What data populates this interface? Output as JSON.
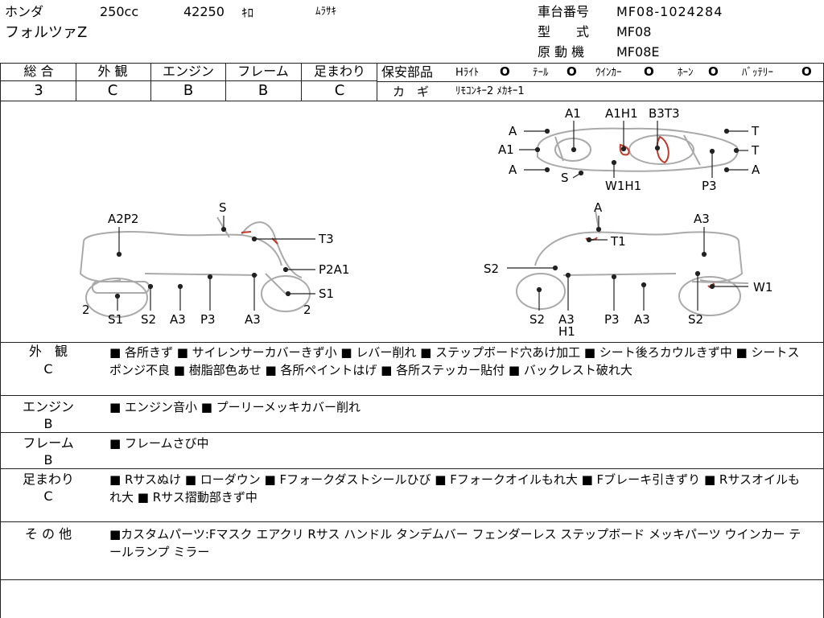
{
  "header": {
    "maker": "ホンダ",
    "displacement": "250cc",
    "mileage": "42250",
    "mileage_unit": "ｷﾛ",
    "color": "ﾑﾗｻｷ",
    "model": "フォルツァZ",
    "frame_no_label": "車台番号",
    "frame_no": "MF08-1024284",
    "type_label": "型　　式",
    "type": "MF08",
    "engine_label": "原 動 機",
    "engine": "MF08E"
  },
  "grades": {
    "headers": [
      "総 合",
      "外 観",
      "エンジン",
      "フレーム",
      "足まわり"
    ],
    "values": [
      "3",
      "C",
      "B",
      "B",
      "C"
    ],
    "safety_label": "保安部品",
    "safety_items": [
      {
        "label": "Hﾗｲﾄ",
        "mark": "O"
      },
      {
        "label": "ﾃｰﾙ",
        "mark": "O"
      },
      {
        "label": "ｳｲﾝｶｰ",
        "mark": "O"
      },
      {
        "label": "ﾎｰﾝ",
        "mark": "O"
      },
      {
        "label": "ﾊﾞｯﾃﾘｰ",
        "mark": "O"
      }
    ],
    "key_label": "カ　ギ",
    "key_value": "ﾘﾓｺﾝｷｰ2 ﾒｶｷｰ1"
  },
  "diagram_labels": {
    "top": [
      "A",
      "A1",
      "A",
      "A1",
      "A1H1",
      "B3T3",
      "S",
      "W1H1",
      "P3",
      "T",
      "T",
      "A"
    ],
    "left": [
      "S",
      "A2P2",
      "T3",
      "P2A1",
      "S1",
      "2",
      "S1",
      "S2",
      "A3",
      "P3",
      "A3",
      "2"
    ],
    "right": [
      "A",
      "A3",
      "T1",
      "S2",
      "W1",
      "S2",
      "A3",
      "H1",
      "P3",
      "A3",
      "S2"
    ]
  },
  "remarks": [
    {
      "title": "外　観",
      "grade": "C",
      "text": "■ 各所きず ■ サイレンサーカバーきず小 ■ レバー削れ ■ ステップボード穴あけ加工 ■ シート後ろカウルきず中 ■ シートスポンジ不良 ■ 樹脂部色あせ ■ 各所ペイントはげ ■ 各所ステッカー貼付 ■ バックレスト破れ大"
    },
    {
      "title": "エンジン",
      "grade": "B",
      "text": "■ エンジン音小 ■ プーリーメッキカバー削れ"
    },
    {
      "title": "フレーム",
      "grade": "B",
      "text": "■ フレームさび中"
    },
    {
      "title": "足まわり",
      "grade": "C",
      "text": "■ Rサスぬけ ■ ローダウン ■ Fフォークダストシールひび ■ Fフォークオイルもれ大 ■ Fブレーキ引きずり ■ Rサスオイルもれ大 ■ Rサス摺動部きず中"
    },
    {
      "title": "そ の 他",
      "grade": "",
      "text": "■カスタムパーツ:Fマスク エアクリ Rサス ハンドル タンデムバー フェンダーレス ステップボード メッキパーツ ウインカー テールランプ ミラー"
    }
  ]
}
